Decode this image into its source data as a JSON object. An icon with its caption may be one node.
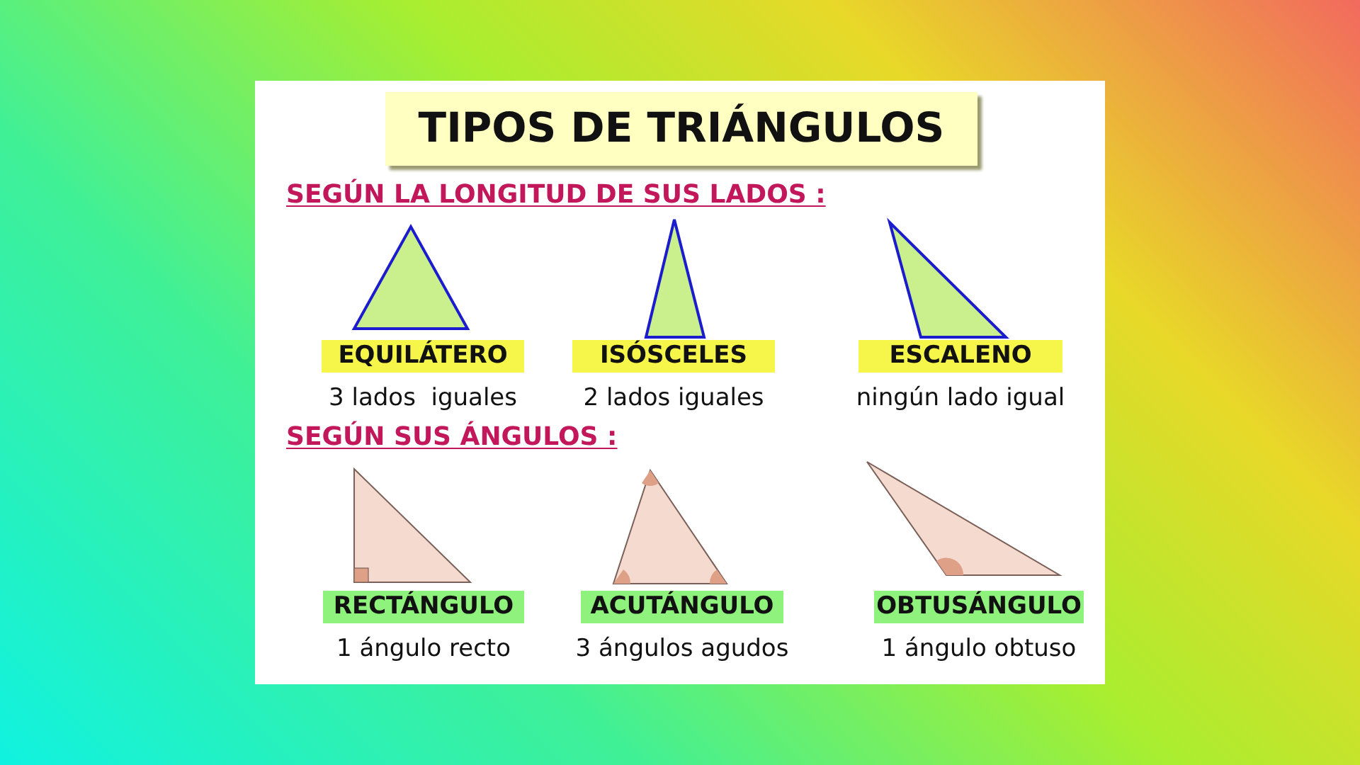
{
  "diagram": {
    "title": "TIPOS DE TRIÁNGULOS",
    "nodes": [
      {
        "text": [
          "EQUILÁTERO"
        ],
        "beside": [
          "3 lados  iguales"
        ]
      },
      {
        "text": [
          "ISÓSCELES"
        ],
        "beside": [
          "2 lados iguales"
        ]
      },
      {
        "text": [
          "ESCALENO"
        ],
        "beside": [
          "ningún lado igual"
        ]
      },
      {
        "text": [
          "RECTÁNGULO"
        ],
        "beside": [
          "1 ángulo recto"
        ]
      },
      {
        "text": [
          "ACUTÁNGULO"
        ],
        "beside": [
          "3 ángulos agudos"
        ]
      },
      {
        "text": [
          "OBTUSÁNGULO"
        ],
        "beside": [
          "1 ángulo obtuso"
        ]
      }
    ],
    "labels": [
      "SEGÚN LA LONGITUD DE SUS LADOS :",
      "SEGÚN SUS ÁNGULOS :"
    ]
  }
}
